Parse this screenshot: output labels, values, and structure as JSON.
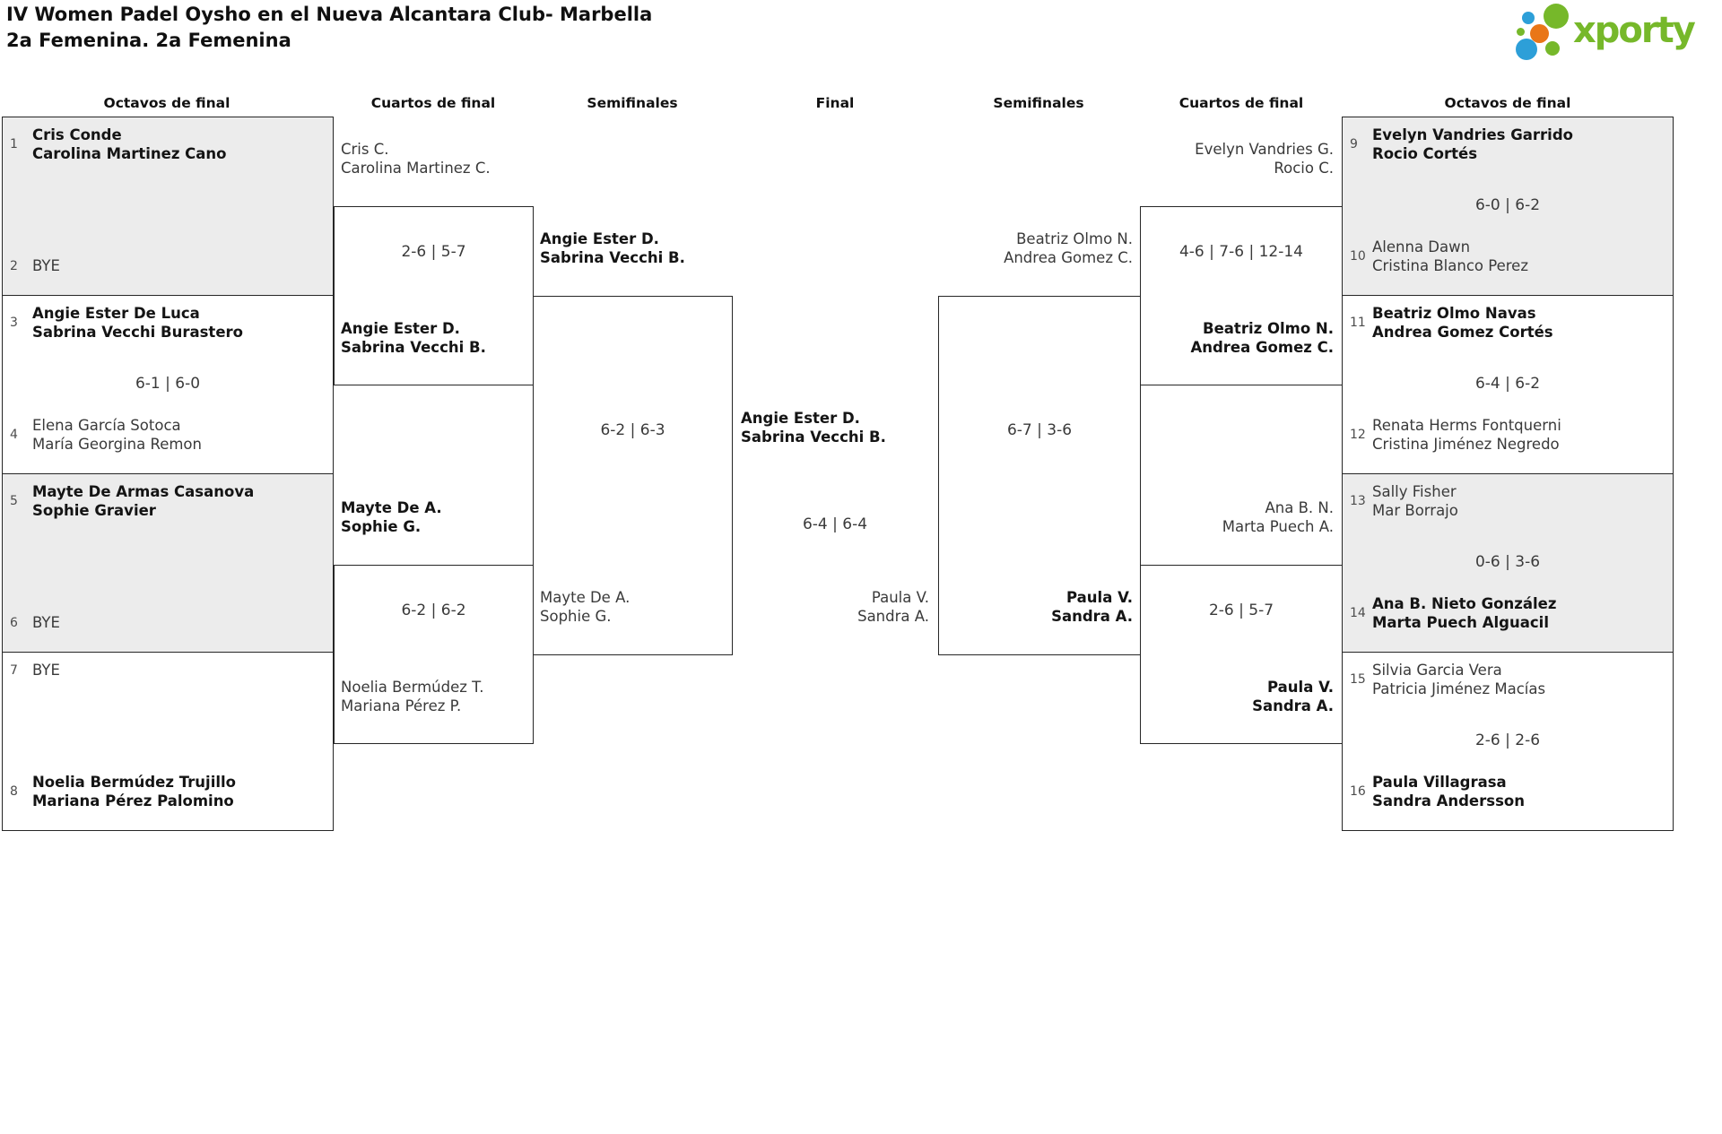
{
  "colors": {
    "green": "#76b82a",
    "blue": "#2d9fd8",
    "orange": "#e97617",
    "gray": "#ececec",
    "border": "#262626",
    "ink": "#141414",
    "text": "#3a3a3a",
    "muted": "#4c4c4c"
  },
  "title": {
    "line1": "IV Women Padel Oysho en el Nueva Alcantara Club- Marbella",
    "line2": "2a Femenina. 2a Femenina"
  },
  "logo": {
    "text": "xporty"
  },
  "headers": [
    "Octavos de final",
    "Cuartos de final",
    "Semifinales",
    "Final",
    "Semifinales",
    "Cuartos de final",
    "Octavos de final"
  ],
  "bracket": {
    "octavos_left": [
      {
        "seed_top": "1",
        "team_top": [
          "Cris Conde",
          "Carolina Martinez Cano"
        ],
        "score": "",
        "seed_bottom": "2",
        "team_bottom": [
          "BYE",
          ""
        ]
      },
      {
        "seed_top": "3",
        "team_top": [
          "Angie Ester De Luca",
          "Sabrina Vecchi Burastero"
        ],
        "score": "6-1 | 6-0",
        "seed_bottom": "4",
        "team_bottom": [
          "Elena García Sotoca",
          "María Georgina Remon"
        ]
      },
      {
        "seed_top": "5",
        "team_top": [
          "Mayte De Armas Casanova",
          "Sophie Gravier"
        ],
        "score": "",
        "seed_bottom": "6",
        "team_bottom": [
          "BYE",
          ""
        ]
      },
      {
        "seed_top": "7",
        "team_top": [
          "BYE",
          ""
        ],
        "score": "",
        "seed_bottom": "8",
        "team_bottom": [
          "Noelia Bermúdez Trujillo",
          "Mariana Pérez Palomino"
        ]
      }
    ],
    "cuartos_left": {
      "slots": [
        [
          "Cris C.",
          "Carolina Martinez C."
        ],
        [
          "Angie Ester D.",
          "Sabrina Vecchi B."
        ],
        [
          "Mayte De A.",
          "Sophie G."
        ],
        [
          "Noelia Bermúdez T.",
          "Mariana Pérez P."
        ]
      ],
      "scores": [
        "2-6 | 5-7",
        "6-2 | 6-2"
      ]
    },
    "semifinales_left": {
      "slots": [
        [
          "Angie Ester D.",
          "Sabrina Vecchi B."
        ],
        [
          "Mayte De A.",
          "Sophie G."
        ]
      ],
      "score": "6-2 | 6-3"
    },
    "final": {
      "slots": [
        [
          "Angie Ester D.",
          "Sabrina Vecchi B."
        ],
        [
          "Paula V.",
          "Sandra A."
        ]
      ],
      "score": "6-4 | 6-4"
    },
    "semifinales_right": {
      "slots": [
        [
          "Beatriz Olmo N.",
          "Andrea Gomez C."
        ],
        [
          "Paula V.",
          "Sandra A."
        ]
      ],
      "score": "6-7 | 3-6"
    },
    "cuartos_right": {
      "slots": [
        [
          "Evelyn Vandries G.",
          "Rocio C."
        ],
        [
          "Beatriz Olmo N.",
          "Andrea Gomez C."
        ],
        [
          "Ana B. N.",
          "Marta Puech A."
        ],
        [
          "Paula V.",
          "Sandra A."
        ]
      ],
      "scores": [
        "4-6 | 7-6 | 12-14",
        "2-6 | 5-7"
      ]
    },
    "octavos_right": [
      {
        "seed_top": "9",
        "team_top": [
          "Evelyn Vandries Garrido",
          "Rocio Cortés"
        ],
        "score": "6-0 | 6-2",
        "seed_bottom": "10",
        "team_bottom": [
          "Alenna Dawn",
          "Cristina Blanco Perez"
        ]
      },
      {
        "seed_top": "11",
        "team_top": [
          "Beatriz Olmo Navas",
          "Andrea Gomez Cortés"
        ],
        "score": "6-4 | 6-2",
        "seed_bottom": "12",
        "team_bottom": [
          "Renata Herms Fontquerni",
          "Cristina Jiménez Negredo"
        ]
      },
      {
        "seed_top": "13",
        "team_top": [
          "Sally Fisher",
          "Mar Borrajo"
        ],
        "score": "0-6 | 3-6",
        "seed_bottom": "14",
        "team_bottom": [
          "Ana B. Nieto González",
          "Marta Puech Alguacil"
        ]
      },
      {
        "seed_top": "15",
        "team_top": [
          "Silvia Garcia Vera",
          "Patricia Jiménez Macías"
        ],
        "score": "2-6 | 2-6",
        "seed_bottom": "16",
        "team_bottom": [
          "Paula Villagrasa",
          "Sandra Andersson"
        ]
      }
    ]
  }
}
